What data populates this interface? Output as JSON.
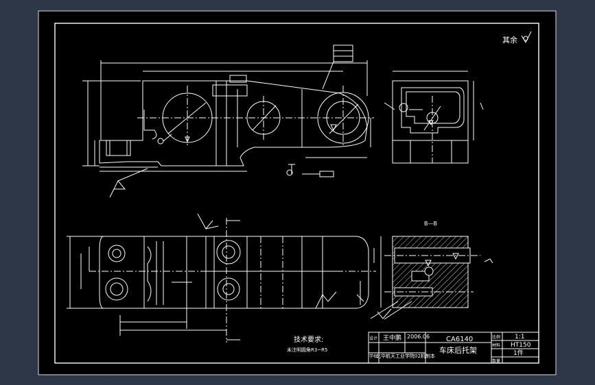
{
  "colors": {
    "background": "#000000",
    "line": "#ffffff",
    "viewport": "#2e3748"
  },
  "roughness_note": "其余",
  "section_label": "B—B",
  "technical_requirements": {
    "title": "技术要求:",
    "note": "未注明圆角R3~R5"
  },
  "title_block": {
    "designer_label": "设计",
    "designer": "王中鹏",
    "date": "2006.06",
    "drawing_name": "CA6140",
    "part_name": "车床后托架",
    "scale_label": "比例",
    "scale": "1:1",
    "material_label": "材料",
    "material": "HT150",
    "quantity_label": "数量",
    "quantity": "1件",
    "school_label": "学校",
    "school": "北华航天工业学院02机制本"
  }
}
